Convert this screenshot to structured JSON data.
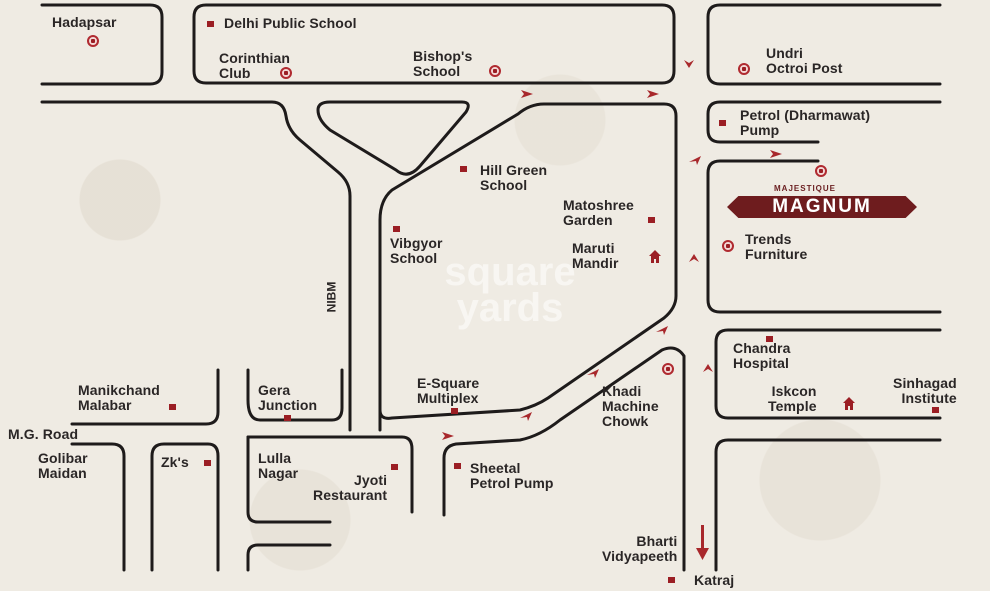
{
  "map": {
    "project": {
      "brand_small": "MAJESTIQUE",
      "brand_name": "MAGNUM"
    },
    "watermark": "square\nyards",
    "road_names": {
      "nibm": "NIBM",
      "mg_road": "M.G. Road"
    },
    "landmarks": [
      {
        "id": "hadapsar",
        "label": "Hadapsar",
        "marker": "ring"
      },
      {
        "id": "delhi-public-school",
        "label": "Delhi Public School",
        "marker": "square"
      },
      {
        "id": "corinthian-club",
        "label": "Corinthian\nClub",
        "marker": "ring"
      },
      {
        "id": "bishops-school",
        "label": "Bishop's\nSchool",
        "marker": "ring"
      },
      {
        "id": "undri-octroi-post",
        "label": "Undri\nOctroi Post",
        "marker": "ring"
      },
      {
        "id": "petrol-dharmawat-pump",
        "label": "Petrol (Dharmawat)\nPump",
        "marker": "square"
      },
      {
        "id": "hill-green-school",
        "label": "Hill Green\nSchool",
        "marker": "square"
      },
      {
        "id": "matoshree-garden",
        "label": "Matoshree\nGarden",
        "marker": "square"
      },
      {
        "id": "vibgyor-school",
        "label": "Vibgyor\nSchool",
        "marker": "square"
      },
      {
        "id": "maruti-mandir",
        "label": "Maruti\nMandir",
        "marker": "temple"
      },
      {
        "id": "trends-furniture",
        "label": "Trends\nFurniture",
        "marker": "ring"
      },
      {
        "id": "chandra-hospital",
        "label": "Chandra\nHospital",
        "marker": "square"
      },
      {
        "id": "iskcon-temple",
        "label": "Iskcon\nTemple",
        "marker": "temple"
      },
      {
        "id": "sinhagad-institute",
        "label": "Sinhagad\nInstitute",
        "marker": "square"
      },
      {
        "id": "manikchand-malabar",
        "label": "Manikchand\nMalabar",
        "marker": "square"
      },
      {
        "id": "gera-junction",
        "label": "Gera\nJunction",
        "marker": "square"
      },
      {
        "id": "e-square-multiplex",
        "label": "E-Square\nMultiplex",
        "marker": "square"
      },
      {
        "id": "khadi-machine-chowk",
        "label": "Khadi\nMachine\nChowk",
        "marker": "ring"
      },
      {
        "id": "golibar-maidan",
        "label": "Golibar\nMaidan",
        "marker": "none"
      },
      {
        "id": "zks",
        "label": "Zk's",
        "marker": "square"
      },
      {
        "id": "lulla-nagar",
        "label": "Lulla\nNagar",
        "marker": "none"
      },
      {
        "id": "jyoti-restaurant",
        "label": "Jyoti\nRestaurant",
        "marker": "square"
      },
      {
        "id": "sheetal-petrol-pump",
        "label": "Sheetal\nPetrol Pump",
        "marker": "square"
      },
      {
        "id": "bharti-vidyapeeth",
        "label": "Bharti\nVidyapeeth",
        "marker": "none"
      },
      {
        "id": "katraj",
        "label": "Katraj",
        "marker": "square"
      }
    ],
    "colors": {
      "background": "#efebe3",
      "road": "#1e1b1b",
      "marker": "#9b1e24",
      "banner": "#6e1c1e",
      "text": "#2a2626"
    }
  }
}
